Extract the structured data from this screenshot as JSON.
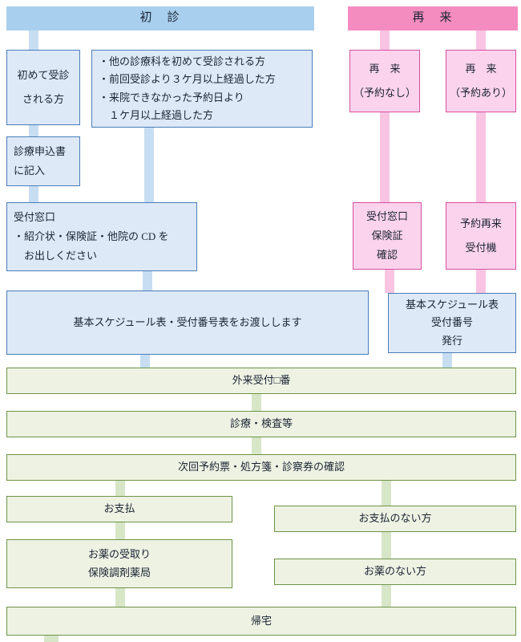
{
  "palette": {
    "blue_header_fill": "#a8cfee",
    "blue_box_fill": "#dde9f6",
    "blue_box_border": "#4a7dbb",
    "blue_connector": "#c7def2",
    "pink_header_fill": "#f48cc0",
    "pink_box_fill": "#fbd3ec",
    "pink_box_border": "#d6509e",
    "pink_connector": "#f8c4e2",
    "green_box_fill": "#edf2e3",
    "green_box_border": "#6f9447",
    "green_connector": "#d8e6c8",
    "text": "#1b2433"
  },
  "nodes": {
    "first_visit_header": "初　診",
    "revisit_header": "再　来",
    "first_time": "初めて受診\nされる方",
    "other_conditions": "・他の診療科を初めて受診される方\n・前回受診より３ケ月以上経過した方\n・来院できなかった予約日より\n　１ケ月以上経過した方",
    "revisit_no_appt": "再　来\n（予約なし）",
    "revisit_appt": "再　来\n（予約あり）",
    "application_form": "診療申込書\nに記入",
    "reception_counter": "受付窓口\n・紹介状・保険証・他院の CD を\n　お出しください",
    "reception_insurance": "受付窓口\n保険証\n確認",
    "appointment_kiosk": "予約再来\n受付機",
    "schedule_handout": "基本スケジュール表・受付番号表をお渡しします",
    "schedule_number_issue": "基本スケジュール表\n受付番号\n発行",
    "outpatient_number": "外来受付□番",
    "treatment": "診療・検査等",
    "next_appointment_check": "次回予約票・処方箋・診察券の確認",
    "payment": "お支払",
    "no_payment": "お支払のない方",
    "medicine_pickup": "お薬の受取り\n保険調剤薬局",
    "no_medicine": "お薬のない方",
    "go_home": "帰宅"
  }
}
